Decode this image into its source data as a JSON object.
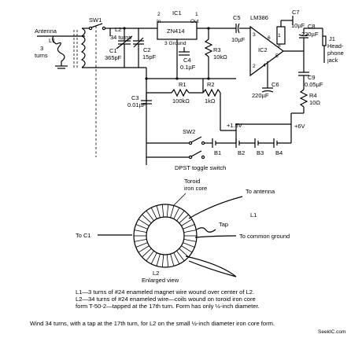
{
  "schematic": {
    "antenna": "Antenna",
    "l1": "L1",
    "l1_turns_n": "3",
    "l1_turns_w": "turns",
    "sw1": "SW1",
    "l2": "L2",
    "l2_turns": "34 turns",
    "c1": "C1",
    "c1_val": "365pF",
    "c2": "C2",
    "c2_val": "15pF",
    "ic1": "IC1",
    "ic1_part": "ZN414",
    "pin_in": "In",
    "pin_out": "Out",
    "pin_ground": "3 Ground",
    "pin2": "2",
    "pin1": "1",
    "c4": "C4",
    "c4_val": "0.1µF",
    "r3": "R3",
    "r3_val": "10kΩ",
    "c5": "C5",
    "c5_val": "10µF",
    "lm386": "LM386",
    "ic2": "IC2",
    "c7": "C7",
    "c7_val": "10µF",
    "c8": "C8",
    "c8_val": "220µF",
    "j1": "J1",
    "j1_desc_a": "Head-",
    "j1_desc_b": "phone",
    "j1_desc_c": "jack",
    "c6": "C6",
    "c6_val": "220µF",
    "c9": "C9",
    "c9_val": "0.05µF",
    "r4": "R4",
    "r4_val": "10Ω",
    "r1": "R1",
    "r1_val": "100kΩ",
    "r2": "R2",
    "r2_val": "1kΩ",
    "c3": "C3",
    "c3_val": "0.01µF",
    "v15": "+1.5V",
    "v6": "+6V",
    "sw2": "SW2",
    "b1": "B1",
    "b2": "B2",
    "b3": "B3",
    "b4": "B4",
    "dpst": "DPST toggle switch"
  },
  "toroid": {
    "core_label_a": "Toroid",
    "core_label_b": "iron core",
    "to_antenna": "To antenna",
    "l1": "L1",
    "tap": "Tap",
    "to_ground": "To common ground",
    "to_c1": "To C1",
    "l2": "L2",
    "enlarged": "Enlarged view"
  },
  "notes": [
    "L1—3 turns of #24 enameled magnet wire wound over center of L2.",
    "L2—34 turns of #24 enameled wire—coils wound on toroid iron core",
    "form T-50-2—tapped at the 17th turn. Form has only ½-inch diameter."
  ],
  "footer": "Wind 34 turns, with a tap at the 17th turn, for L2 on the small ½-inch diameter iron core form.",
  "watermark": "SeekIC.com"
}
